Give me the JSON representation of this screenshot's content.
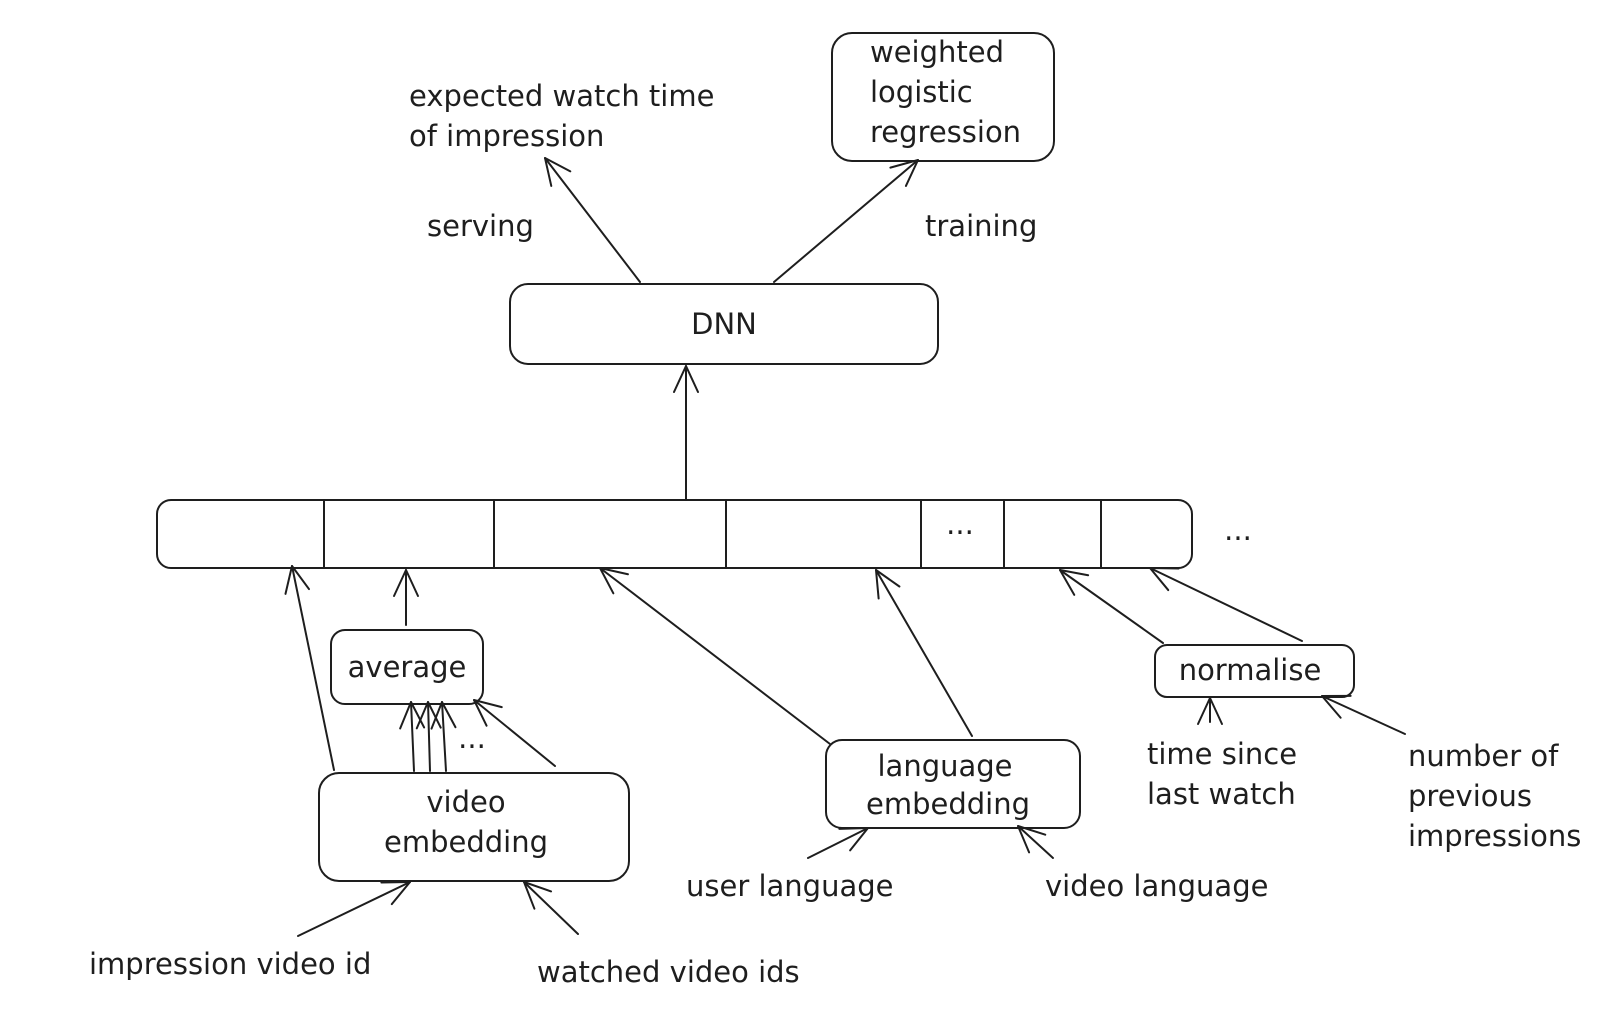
{
  "colors": {
    "stroke": "#1e1e1e",
    "background": "#ffffff"
  },
  "nodes": {
    "weighted_lr": [
      "weighted",
      "logistic",
      "regression"
    ],
    "expected_watch_time": [
      "expected watch time",
      "of impression"
    ],
    "dnn": "DNN",
    "average": "average",
    "video_embedding": [
      "video",
      "embedding"
    ],
    "language_embedding": [
      "language",
      "embedding"
    ],
    "normalise": "normalise"
  },
  "edge_labels": {
    "serving": "serving",
    "training": "training"
  },
  "feature_vector": {
    "ellipsis_inside": "...",
    "ellipsis_after": "..."
  },
  "average_ellipsis": "...",
  "inputs": {
    "impression_video_id": "impression video id",
    "watched_video_ids": "watched video ids",
    "user_language": "user language",
    "video_language": "video language",
    "time_since_last_watch": [
      "time since",
      "last watch"
    ],
    "number_of_previous_impressions": [
      "number of",
      "previous",
      "impressions"
    ]
  }
}
